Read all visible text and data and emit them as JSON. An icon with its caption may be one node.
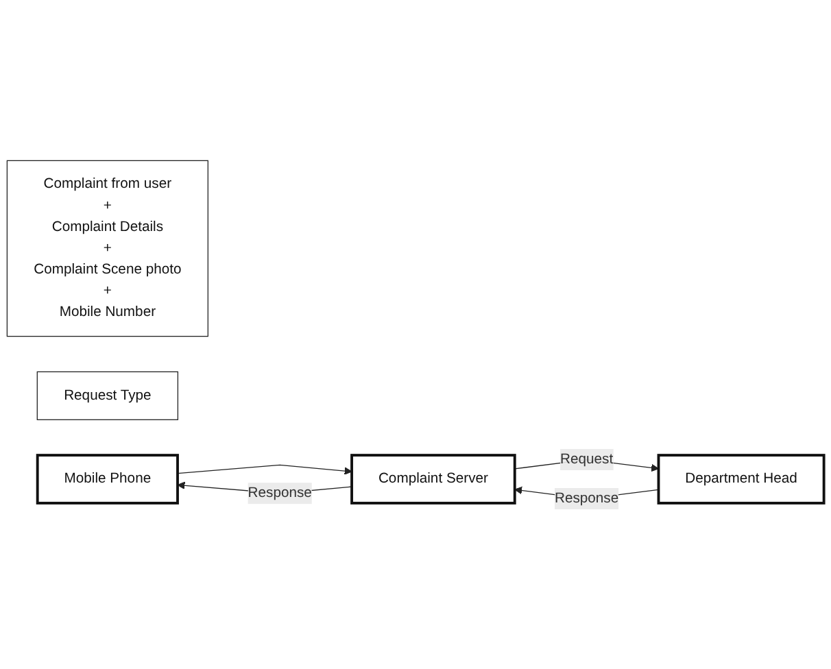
{
  "diagram": {
    "nodes": [
      {
        "text": [
          "Complaint from user",
          "+",
          "Complaint Details",
          "+",
          "Complaint Scene photo",
          "+",
          "Mobile Number"
        ]
      },
      {
        "text": [
          "Request Type"
        ]
      },
      {
        "text": [
          "Mobile Phone"
        ]
      },
      {
        "text": [
          "Complaint Server"
        ]
      },
      {
        "text": [
          "Department Head"
        ]
      }
    ],
    "edges": [
      {
        "from": 2,
        "to": 3,
        "arrow": "to"
      },
      {
        "from": 3,
        "to": 2,
        "arrow": "to",
        "label": "Response"
      },
      {
        "from": 4,
        "to": 3,
        "arrow": "to",
        "label": "Response"
      },
      {
        "from": 3,
        "to": 4,
        "arrow": "to",
        "label": "Request"
      }
    ]
  }
}
